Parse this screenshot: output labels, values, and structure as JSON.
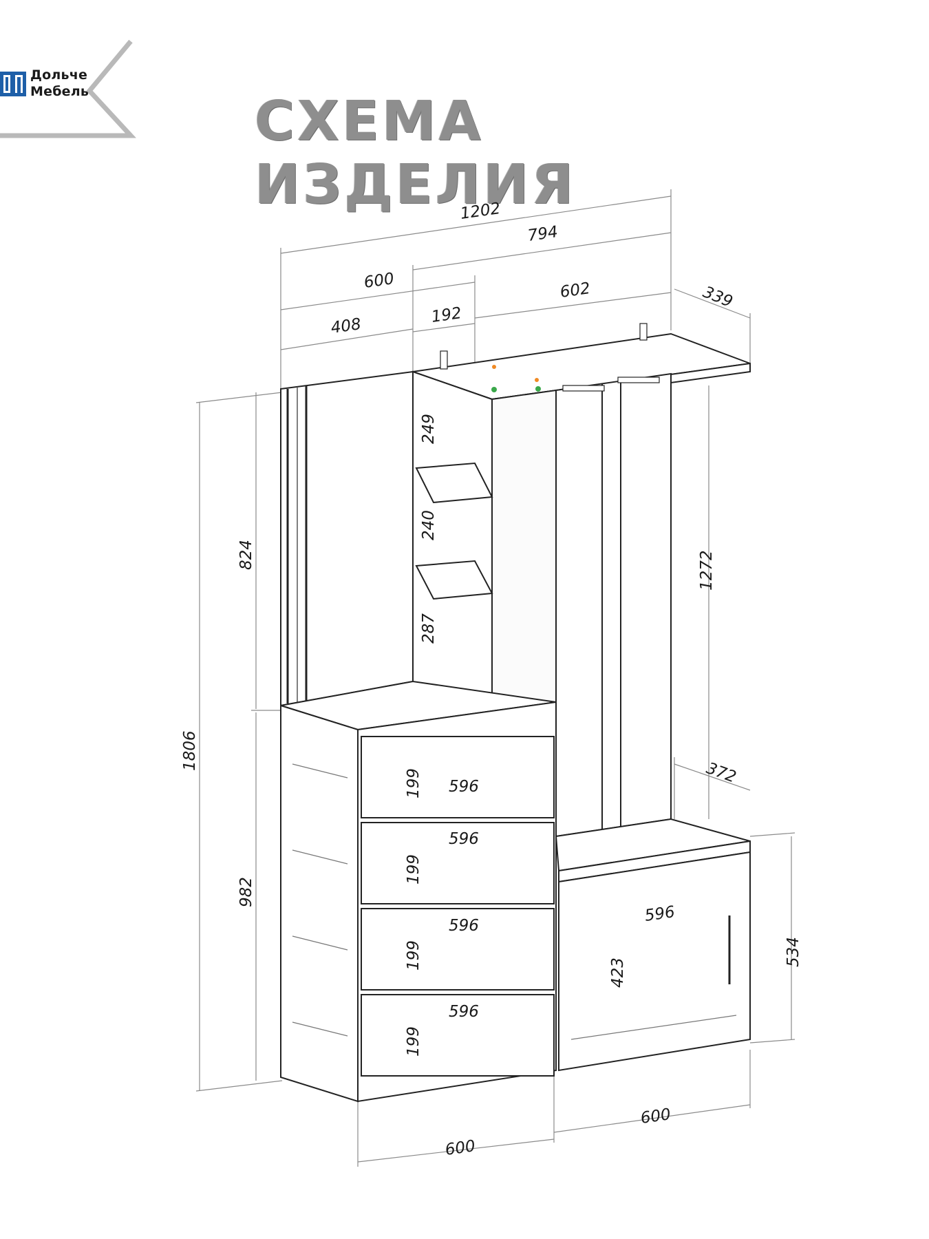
{
  "brand": {
    "name_line1": "Дольче",
    "name_line2": "Мебель",
    "monogram": "ДМ",
    "primary_color": "#1e5fa8"
  },
  "title": "СХЕМА ИЗДЕЛИЯ",
  "dimensions": {
    "total_width": "1202",
    "upper_width": "794",
    "left_width": "600",
    "right_span": "602",
    "depth_top": "339",
    "mirror_width": "408",
    "gap_width": "192",
    "shelf1": "249",
    "shelf2": "240",
    "shelf3": "287",
    "upper_height": "824",
    "total_height": "1806",
    "lower_height": "982",
    "hanger_height": "1272",
    "bench_depth": "372",
    "bench_height": "534",
    "drawer1_height": "199",
    "drawer1_width": "596",
    "drawer2_height": "199",
    "drawer2_width": "596",
    "drawer3_height": "199",
    "drawer3_width": "596",
    "drawer4_height": "199",
    "drawer4_width": "596",
    "cabinet_door_width": "596",
    "cabinet_door_height": "423",
    "bottom_left_width": "600",
    "bottom_right_width": "600"
  }
}
